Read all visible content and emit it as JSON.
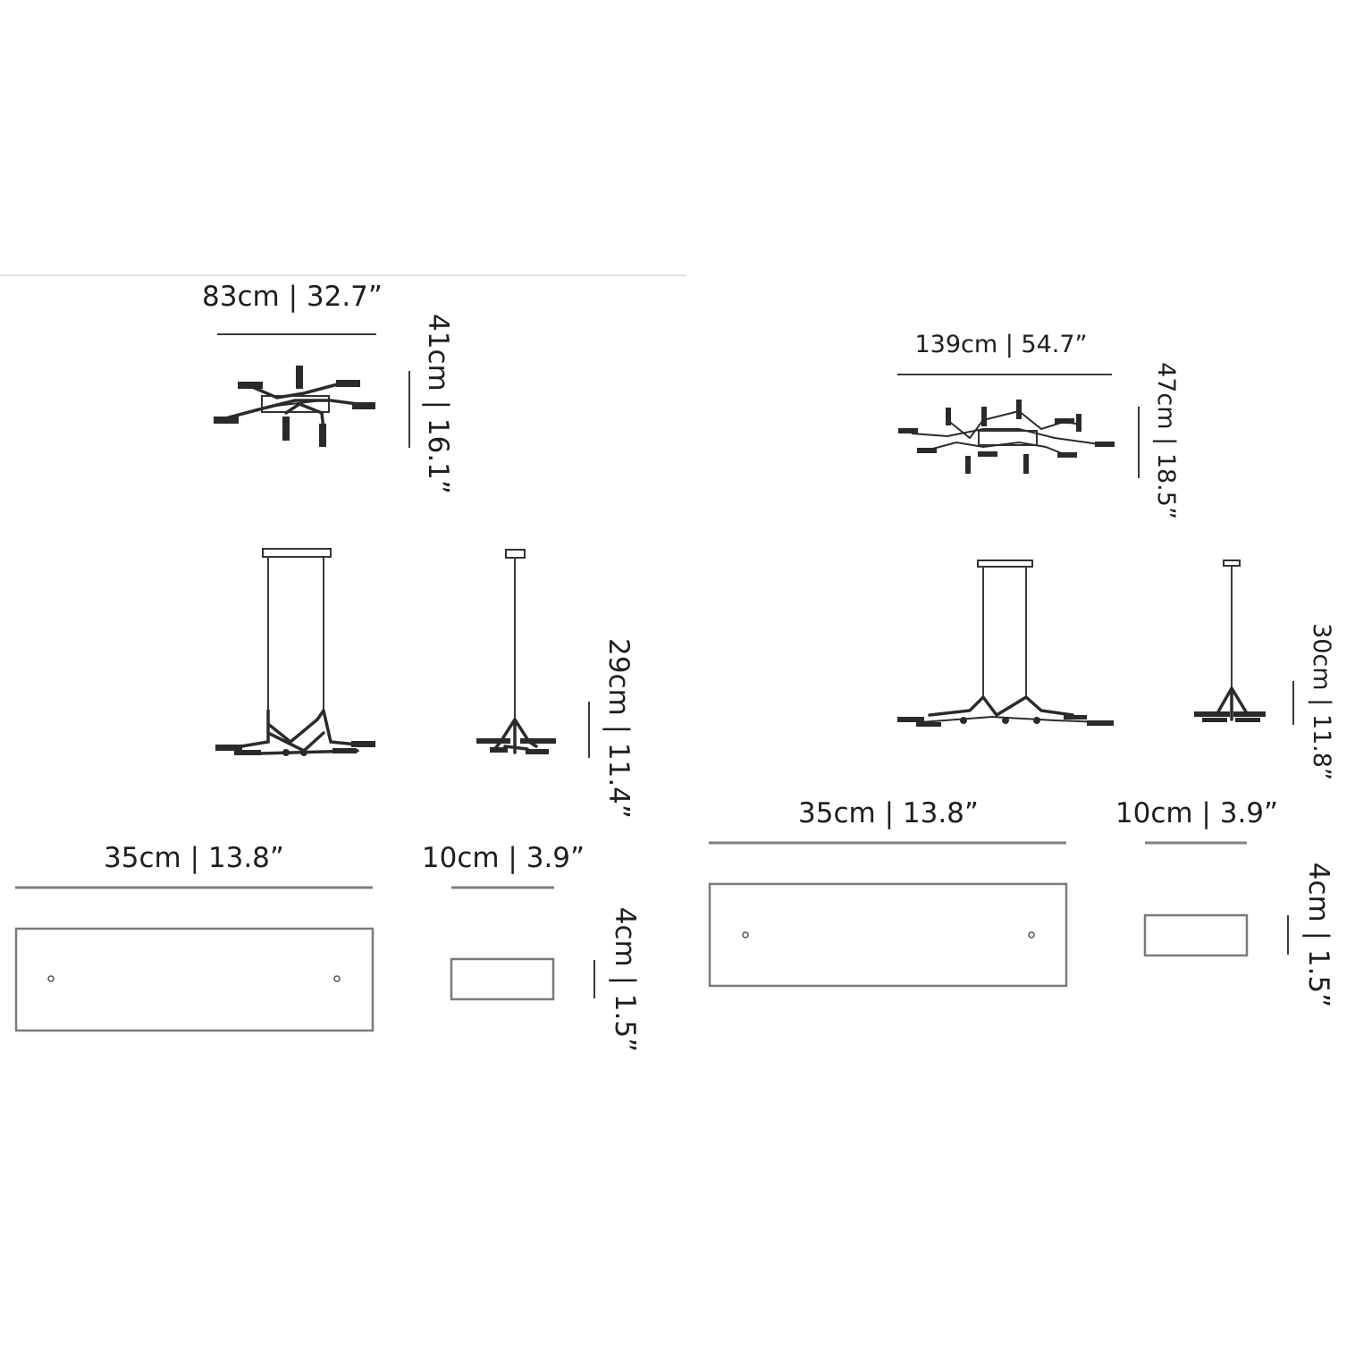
{
  "variants": [
    {
      "id": "small",
      "top_view": {
        "width_label": "83cm | 32.7”",
        "depth_label": "41cm | 16.1”"
      },
      "side_view": {
        "height_label": "29cm | 11.4”"
      },
      "canopy": {
        "length_label": "35cm | 13.8”",
        "width_label": "10cm | 3.9”",
        "height_label": "4cm | 1.5”"
      }
    },
    {
      "id": "large",
      "top_view": {
        "width_label": "139cm | 54.7”",
        "depth_label": "47cm | 18.5”"
      },
      "side_view": {
        "height_label": "30cm | 11.8”"
      },
      "canopy": {
        "length_label": "35cm | 13.8”",
        "width_label": "10cm | 3.9”",
        "height_label": "4cm | 1.5”"
      }
    }
  ]
}
